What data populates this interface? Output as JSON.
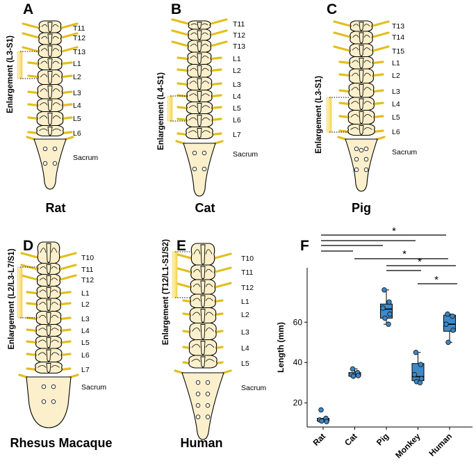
{
  "colors": {
    "bone_fill": "#FBF0CB",
    "bone_stroke": "#000000",
    "rib": "#E3BE1C",
    "enlargement": "#F6D653",
    "box_fill": "#3E8AC9",
    "point": "#3A87C8"
  },
  "panels": [
    {
      "id": "A",
      "species": "Rat",
      "enlargement_label": "Enlargement (L3-S1)",
      "levels": [
        "T11",
        "T12",
        "T13",
        "L1",
        "L2",
        "L3",
        "L4",
        "L5",
        "L6"
      ],
      "sacrum_label": "Sacrum"
    },
    {
      "id": "B",
      "species": "Cat",
      "enlargement_label": "Enlargement (L4-S1)",
      "levels": [
        "T11",
        "T12",
        "T13",
        "L1",
        "L2",
        "L3",
        "L4",
        "L5",
        "L6",
        "L7"
      ],
      "sacrum_label": "Sacrum"
    },
    {
      "id": "C",
      "species": "Pig",
      "enlargement_label": "Enlargement (L3-S1)",
      "levels": [
        "T13",
        "T14",
        "T15",
        "L1",
        "L2",
        "L3",
        "L4",
        "L5",
        "L6"
      ],
      "sacrum_label": "Sacrum"
    },
    {
      "id": "D",
      "species": "Rhesus Macaque",
      "enlargement_label": "Enlargement (L2/L3-L7/S1)",
      "levels": [
        "T10",
        "T11",
        "T12",
        "L1",
        "L2",
        "L3",
        "L4",
        "L5",
        "L6",
        "L7"
      ],
      "sacrum_label": "Sacrum"
    },
    {
      "id": "E",
      "species": "Human",
      "enlargement_label": "Enlargement (T12/L1-S1/S2)",
      "levels": [
        "T10",
        "T11",
        "T12",
        "L1",
        "L2",
        "L3",
        "L4",
        "L5"
      ],
      "sacrum_label": "Sacrum"
    }
  ],
  "chart_data": {
    "panel_label": "F",
    "type": "box",
    "ylabel": "Length (mm)",
    "ylim": [
      8,
      87
    ],
    "yticks": [
      20,
      40,
      60
    ],
    "categories": [
      "Rat",
      "Cat",
      "Pig",
      "Monkey",
      "Human"
    ],
    "boxes": [
      {
        "name": "Rat",
        "q1": 11,
        "median": 11.5,
        "q3": 12.3,
        "whisker_low": 10.7,
        "whisker_high": 12.3,
        "points": [
          16.5,
          12.3,
          11.5,
          10.7,
          11
        ]
      },
      {
        "name": "Cat",
        "q1": 33.2,
        "median": 34,
        "q3": 35,
        "whisker_low": 33,
        "whisker_high": 36.8,
        "points": [
          36.8,
          35,
          34,
          33.5,
          33.2
        ]
      },
      {
        "name": "Pig",
        "q1": 62,
        "median": 66.5,
        "q3": 69,
        "whisker_low": 59,
        "whisker_high": 76,
        "points": [
          76,
          70,
          67,
          64,
          62,
          59
        ]
      },
      {
        "name": "Monkey",
        "q1": 31,
        "median": 33,
        "q3": 39.5,
        "whisker_low": 30,
        "whisker_high": 45,
        "points": [
          45,
          39,
          34,
          32,
          30.5,
          30
        ]
      },
      {
        "name": "Human",
        "q1": 55.5,
        "median": 59,
        "q3": 63.5,
        "whisker_low": 50,
        "whisker_high": 64,
        "points": [
          64,
          63,
          59,
          56,
          50
        ]
      }
    ],
    "comparisons": [
      {
        "from": "Rat",
        "to": "Human",
        "label": "*"
      },
      {
        "from": "Rat",
        "to": "Monkey",
        "label": ""
      },
      {
        "from": "Rat",
        "to": "Pig",
        "label": ""
      },
      {
        "from": "Rat",
        "to": "Cat",
        "label": ""
      },
      {
        "from": "Cat",
        "to": "Human",
        "label": "*"
      },
      {
        "from": "Pig",
        "to": "Human",
        "label": "*"
      },
      {
        "from": "Pig",
        "to": "Monkey",
        "label": ""
      },
      {
        "from": "Monkey",
        "to": "Human",
        "label": "*"
      }
    ]
  }
}
